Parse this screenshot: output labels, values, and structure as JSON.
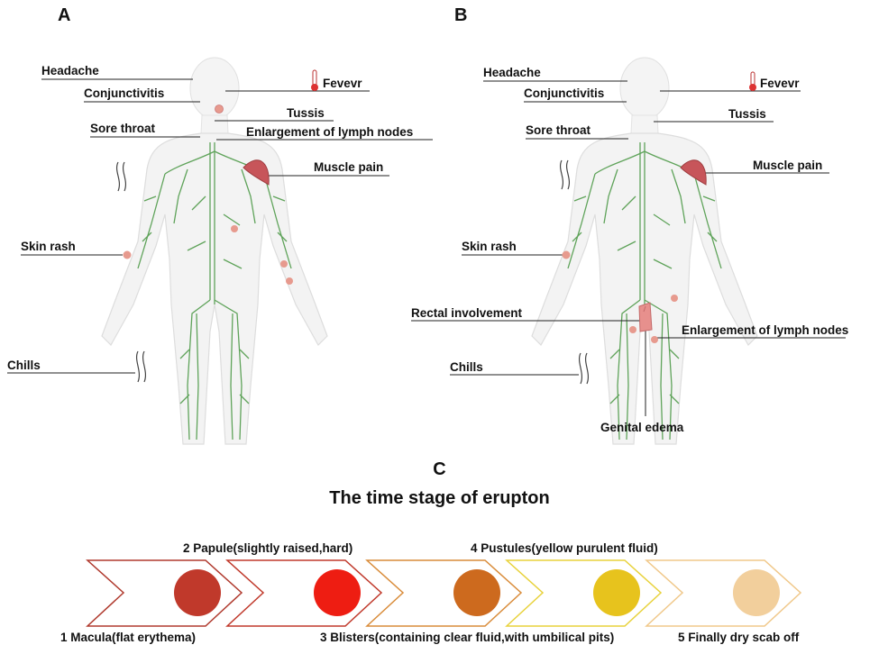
{
  "panels": {
    "a": {
      "letter": "A",
      "labels": {
        "headache": "Headache",
        "conjunctivitis": "Conjunctivitis",
        "fever": "Fevevr",
        "tussis": "Tussis",
        "sore_throat": "Sore throat",
        "lymph": "Enlargement of lymph nodes",
        "muscle": "Muscle pain",
        "skin_rash": "Skin rash",
        "chills": "Chills"
      }
    },
    "b": {
      "letter": "B",
      "labels": {
        "headache": "Headache",
        "conjunctivitis": "Conjunctivitis",
        "fever": "Fevevr",
        "tussis": "Tussis",
        "sore_throat": "Sore throat",
        "muscle": "Muscle pain",
        "skin_rash": "Skin rash",
        "rectal": "Rectal involvement",
        "lymph": "Enlargement of lymph nodes",
        "chills": "Chills",
        "genital": "Genital edema"
      }
    },
    "c": {
      "letter": "C",
      "title": "The time stage of erupton",
      "stages": [
        {
          "label": "1 Macula(flat erythema)",
          "color": "#c0392b",
          "border": "#b03a2e"
        },
        {
          "label": "2 Papule(slightly raised,hard)",
          "color": "#ee1d12",
          "border": "#c0392b"
        },
        {
          "label": "3 Blisters(containing clear fluid,with umbilical pits)",
          "color": "#cd6a1e",
          "border": "#d98c3a"
        },
        {
          "label": "4 Pustules(yellow purulent fluid)",
          "color": "#e7c31d",
          "border": "#e8d23c"
        },
        {
          "label": "5 Finally dry scab off",
          "color": "#f2cf9c",
          "border": "#f0c88a"
        }
      ]
    }
  }
}
